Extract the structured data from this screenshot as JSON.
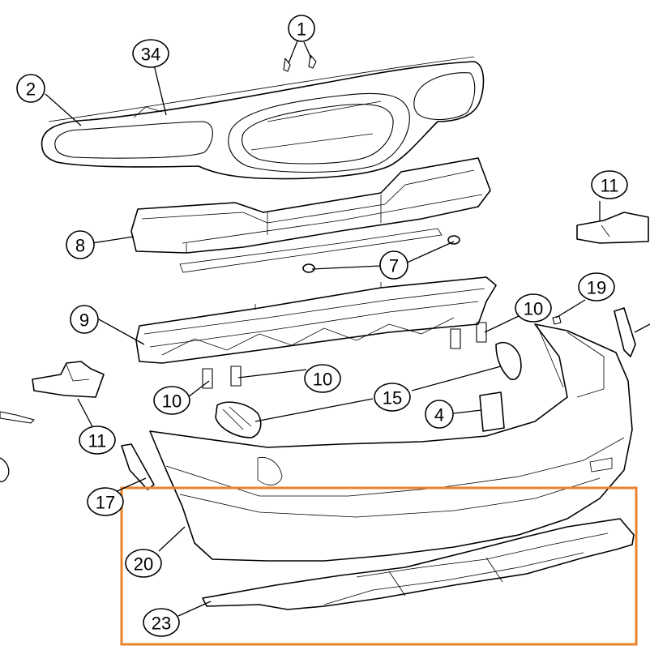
{
  "diagram": {
    "highlight_color": "#e8832b",
    "callouts": [
      {
        "id": "c1",
        "label": "1"
      },
      {
        "id": "c34",
        "label": "34"
      },
      {
        "id": "c2",
        "label": "2"
      },
      {
        "id": "c11a",
        "label": "11"
      },
      {
        "id": "c8",
        "label": "8"
      },
      {
        "id": "c7",
        "label": "7"
      },
      {
        "id": "c19",
        "label": "19"
      },
      {
        "id": "c10a",
        "label": "10"
      },
      {
        "id": "c9",
        "label": "9"
      },
      {
        "id": "c10b",
        "label": "10"
      },
      {
        "id": "c10c",
        "label": "10"
      },
      {
        "id": "c15",
        "label": "15"
      },
      {
        "id": "c4",
        "label": "4"
      },
      {
        "id": "c11b",
        "label": "11"
      },
      {
        "id": "c17",
        "label": "17"
      },
      {
        "id": "c20",
        "label": "20"
      },
      {
        "id": "c23",
        "label": "23"
      }
    ]
  }
}
